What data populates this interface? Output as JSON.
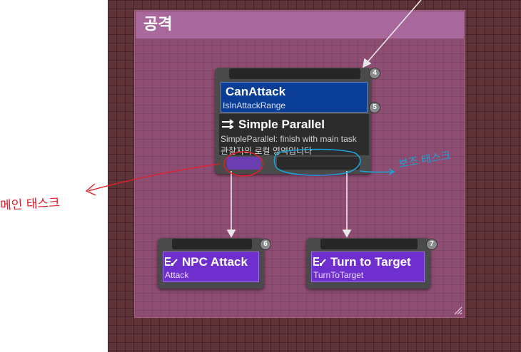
{
  "comment": {
    "title": "공격"
  },
  "nodes": {
    "parallel": {
      "index": "4",
      "decorator": {
        "title": "CanAttack",
        "subtitle": "IsInAttackRange",
        "index": "5"
      },
      "composite": {
        "title": "Simple Parallel",
        "line1": "SimpleParallel: finish with main task",
        "line2": "관찰자의 로컬 영역입니다"
      }
    },
    "npc_attack": {
      "index": "6",
      "title": "NPC Attack",
      "subtitle": "Attack"
    },
    "turn_to_target": {
      "index": "7",
      "title": "Turn to Target",
      "subtitle": "TurnToTarget"
    }
  },
  "annotations": {
    "main_task": "메인 태스크",
    "sub_task": "보조 태스크"
  },
  "colors": {
    "graph_bg": "#5e3439",
    "comment_bg": "#8e4e73",
    "comment_header": "#a8689b",
    "decorator": "#0a3d96",
    "task": "#6f2fcf",
    "annotation_red": "#e0202a",
    "annotation_blue": "#1aa3d4"
  }
}
